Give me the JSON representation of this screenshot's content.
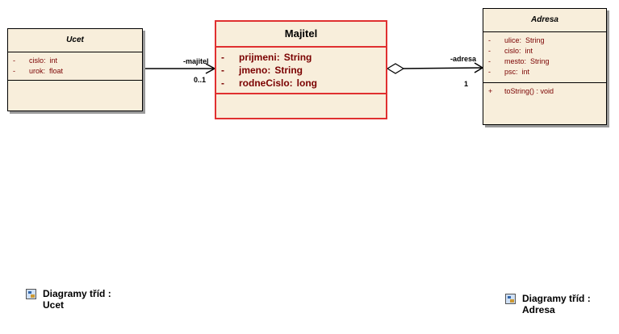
{
  "classes": {
    "ucet": {
      "name": "Ucet",
      "attributes": [
        {
          "vis": "-",
          "name": "cislo",
          "type": "int"
        },
        {
          "vis": "-",
          "name": "urok",
          "type": "float"
        }
      ]
    },
    "majitel": {
      "name": "Majitel",
      "attributes": [
        {
          "vis": "-",
          "name": "prijmeni",
          "type": "String"
        },
        {
          "vis": "-",
          "name": "jmeno",
          "type": "String"
        },
        {
          "vis": "-",
          "name": "rodneCislo",
          "type": "long"
        }
      ]
    },
    "adresa": {
      "name": "Adresa",
      "attributes": [
        {
          "vis": "-",
          "name": "ulice",
          "type": "String"
        },
        {
          "vis": "-",
          "name": "cislo",
          "type": "int"
        },
        {
          "vis": "-",
          "name": "mesto",
          "type": "String"
        },
        {
          "vis": "-",
          "name": "psc",
          "type": "int"
        }
      ],
      "operations": [
        {
          "vis": "+",
          "signature": "toString() : void"
        }
      ]
    }
  },
  "associations": {
    "ucet_majitel": {
      "role": "-majitel",
      "multiplicity": "0..1"
    },
    "majitel_adresa": {
      "role": "-adresa",
      "multiplicity": "1"
    }
  },
  "legends": {
    "ucet": {
      "line1": "Diagramy tříd :",
      "line2": "Ucet"
    },
    "adresa": {
      "line1": "Diagramy tříd :",
      "line2": "Adresa"
    }
  },
  "colors": {
    "class_fill": "#f8eedb",
    "selected_border": "#e03030",
    "member_text": "#7a0000"
  }
}
